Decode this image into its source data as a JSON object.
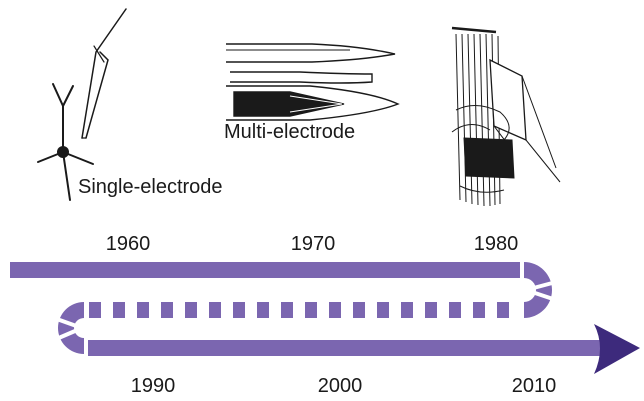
{
  "colors": {
    "track": "#7b66b0",
    "arrow_head": "#3d2a7c",
    "ink": "#1a1a1a"
  },
  "illustrations": {
    "single_electrode": {
      "label": "Single-electrode"
    },
    "multi_electrode": {
      "label": "Multi-electrode"
    },
    "array_device": {
      "label": ""
    }
  },
  "timeline": {
    "upper_years": [
      "1960",
      "1970",
      "1980"
    ],
    "lower_years": [
      "1990",
      "2000",
      "2010"
    ]
  }
}
